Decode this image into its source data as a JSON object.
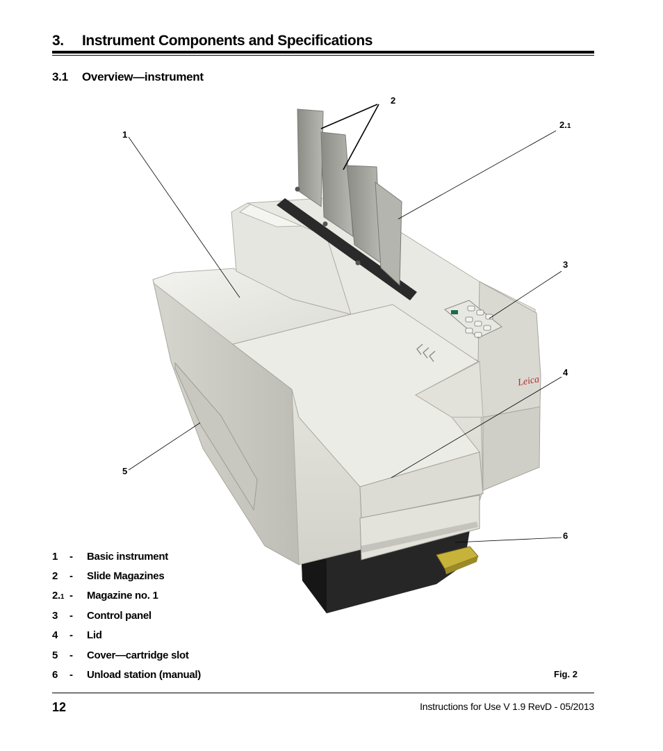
{
  "header": {
    "chapter_number": "3.",
    "chapter_title": "Instrument Components and Specifications",
    "section_number": "3.1",
    "section_title": "Overview—instrument"
  },
  "figure": {
    "callouts": {
      "c1": "1",
      "c2": "2",
      "c21_main": "2.",
      "c21_sub": "1",
      "c3": "3",
      "c4": "4",
      "c5": "5",
      "c6": "6"
    },
    "brand_mark": "Leica",
    "caption": "Fig. 2"
  },
  "legend": [
    {
      "num": "1",
      "dash": "-",
      "label": "Basic instrument"
    },
    {
      "num": "2",
      "dash": "-",
      "label": "Slide Magazines"
    },
    {
      "num": "2.",
      "num_sub": "1",
      "dash": "-",
      "label": "Magazine no. 1"
    },
    {
      "num": "3",
      "dash": "-",
      "label": "Control panel"
    },
    {
      "num": "4",
      "dash": "-",
      "label": "Lid"
    },
    {
      "num": "5",
      "dash": "-",
      "label": "Cover—cartridge slot"
    },
    {
      "num": "6",
      "dash": "-",
      "label": "Unload station (manual)"
    }
  ],
  "footer": {
    "page_number": "12",
    "text": "Instructions for Use V 1.9 RevD - 05/2013"
  },
  "colors": {
    "body_light": "#eeeee9",
    "body_mid": "#d8d8d1",
    "body_shadow": "#b9b9b1",
    "magazine": "#9f9f9a",
    "base_dark": "#262626",
    "connector": "#c8b33a"
  }
}
